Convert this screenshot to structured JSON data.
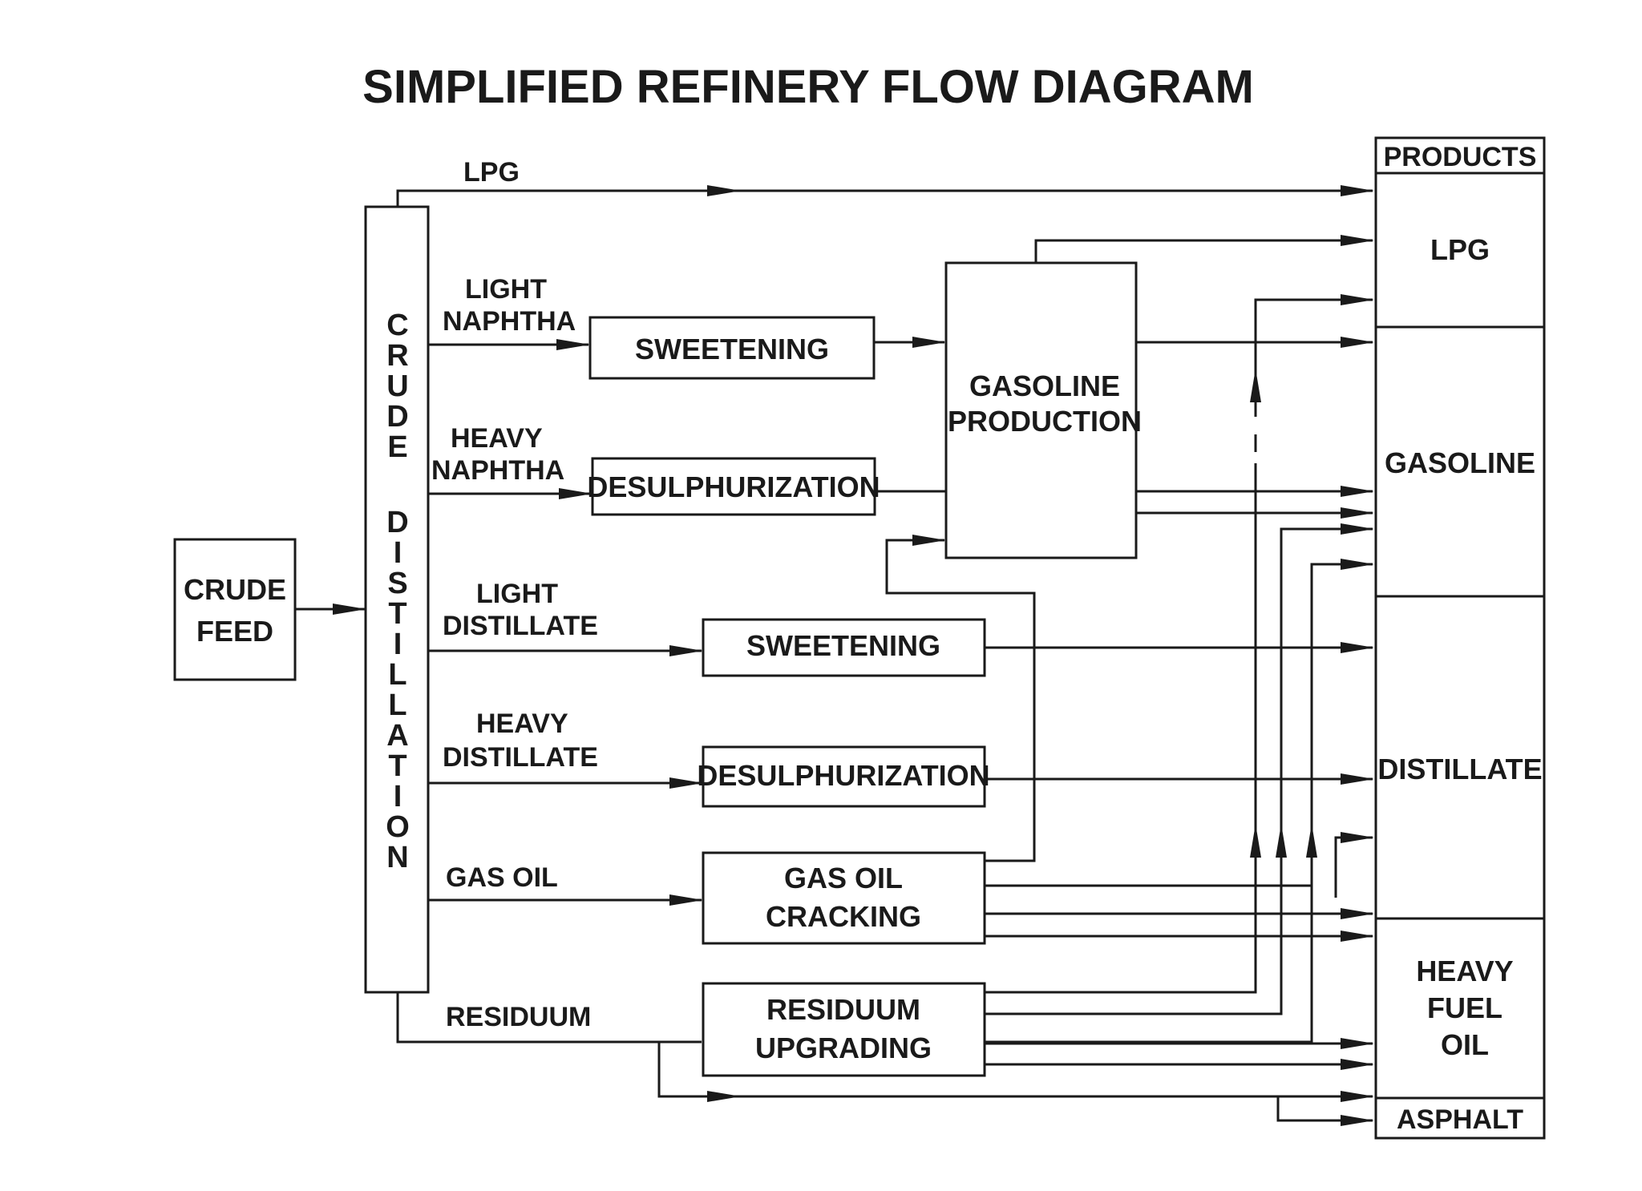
{
  "title": "SIMPLIFIED REFINERY FLOW DIAGRAM",
  "feed": {
    "line1": "CRUDE",
    "line2": "FEED"
  },
  "distillation": [
    "C",
    "R",
    "U",
    "D",
    "E",
    "D",
    "I",
    "S",
    "T",
    "I",
    "L",
    "L",
    "A",
    "T",
    "I",
    "O",
    "N"
  ],
  "streams": {
    "lpg": "LPG",
    "light_naphtha": [
      "LIGHT",
      "NAPHTHA"
    ],
    "heavy_naphtha": [
      "HEAVY",
      "NAPHTHA"
    ],
    "light_distillate": [
      "LIGHT",
      "DISTILLATE"
    ],
    "heavy_distillate": [
      "HEAVY",
      "DISTILLATE"
    ],
    "gas_oil": "GAS OIL",
    "residuum": "RESIDUUM"
  },
  "units": {
    "sweetening_1": "SWEETENING",
    "desulph_1": "DESULPHURIZATION",
    "gasoline_production": [
      "GASOLINE",
      "PRODUCTION"
    ],
    "sweetening_2": "SWEETENING",
    "desulph_2": "DESULPHURIZATION",
    "gas_oil_cracking": [
      "GAS OIL",
      "CRACKING"
    ],
    "residuum_upgrading": [
      "RESIDUUM",
      "UPGRADING"
    ]
  },
  "products": {
    "header": "PRODUCTS",
    "lpg": "LPG",
    "gasoline": "GASOLINE",
    "distillate": "DISTILLATE",
    "heavy_fuel_oil": [
      "HEAVY",
      "FUEL",
      "OIL"
    ],
    "asphalt": "ASPHALT"
  }
}
